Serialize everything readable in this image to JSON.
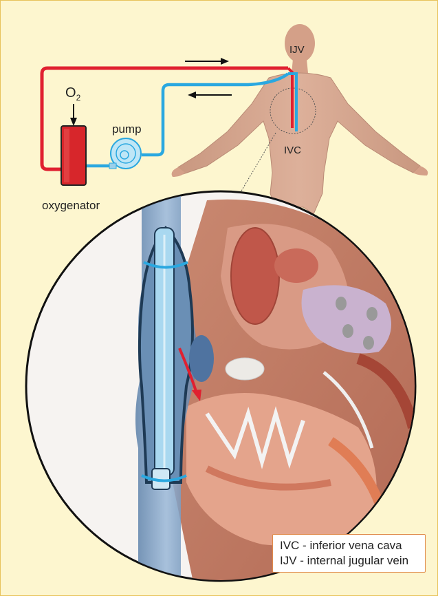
{
  "labels": {
    "o2_base": "O",
    "o2_sub": "2",
    "pump": "pump",
    "oxygenator": "oxygenator",
    "ijv": "IJV",
    "ivc": "IVC"
  },
  "legend": {
    "ivc": "IVC - inferior vena cava",
    "ijv": "IJV - internal jugular vein"
  },
  "colors": {
    "background": "#fdf6cf",
    "border": "#e7c25a",
    "oxygenated_line": "#e02030",
    "venous_line": "#2aa8e0",
    "oxygenator_body": "#d7262b",
    "skin": "#d9a58e",
    "legend_border": "#e08a4a"
  }
}
